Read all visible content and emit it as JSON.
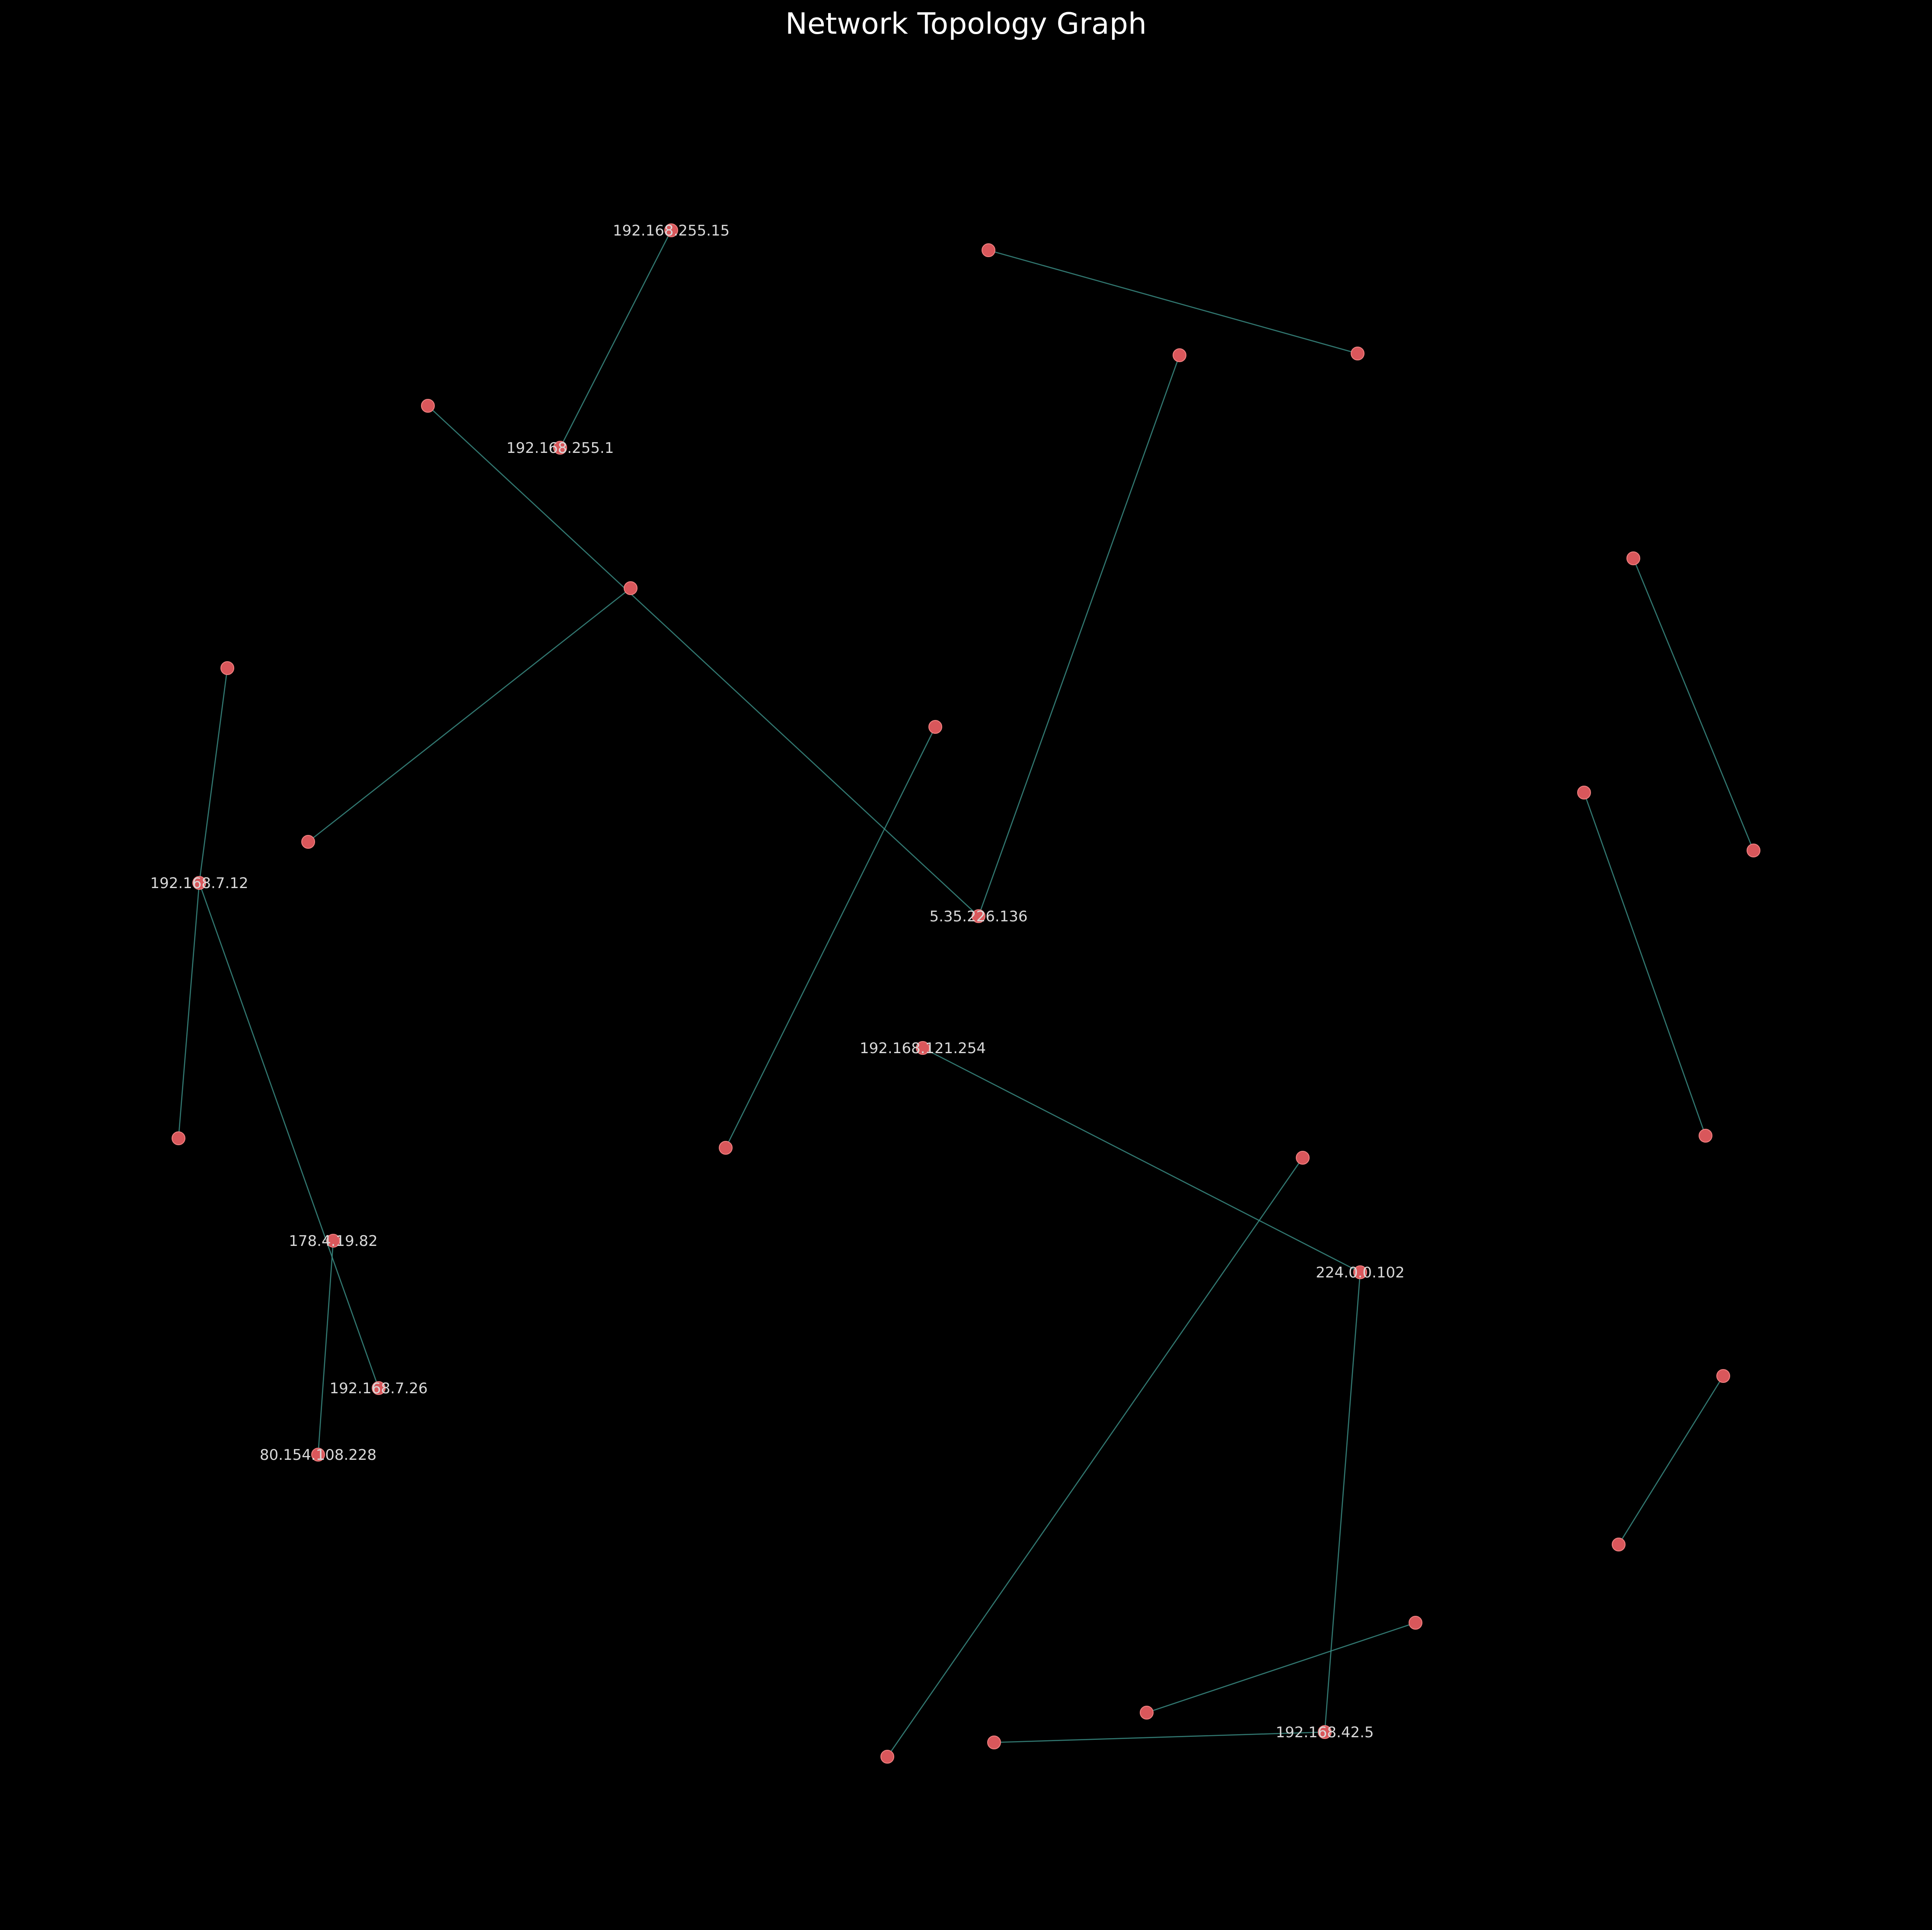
{
  "title": "Network Topology Graph",
  "colors": {
    "background": "#000000",
    "edge": "#3a8c84",
    "node": "#d9575b",
    "label": "#d9d9d9",
    "title": "#ffffff"
  },
  "nodes": [
    {
      "id": "n1",
      "label": "192.168.255.15"
    },
    {
      "id": "n2",
      "label": "192.168.255.1"
    },
    {
      "id": "n3",
      "label": ""
    },
    {
      "id": "n4",
      "label": ""
    },
    {
      "id": "n5",
      "label": ""
    },
    {
      "id": "n6",
      "label": ""
    },
    {
      "id": "n7",
      "label": "5.35.226.136"
    },
    {
      "id": "n8",
      "label": ""
    },
    {
      "id": "n9",
      "label": ""
    },
    {
      "id": "n10",
      "label": ""
    },
    {
      "id": "n11",
      "label": "192.168.7.12"
    },
    {
      "id": "n12",
      "label": ""
    },
    {
      "id": "n13",
      "label": "178.4.19.82"
    },
    {
      "id": "n14",
      "label": "192.168.7.26"
    },
    {
      "id": "n15",
      "label": "80.154.108.228"
    },
    {
      "id": "n16",
      "label": ""
    },
    {
      "id": "n17",
      "label": ""
    },
    {
      "id": "n18",
      "label": "192.168.121.254"
    },
    {
      "id": "n19",
      "label": "224.0.0.102"
    },
    {
      "id": "n20",
      "label": "192.168.42.5"
    },
    {
      "id": "n21",
      "label": ""
    },
    {
      "id": "n22",
      "label": ""
    },
    {
      "id": "n23",
      "label": ""
    },
    {
      "id": "n24",
      "label": ""
    },
    {
      "id": "n25",
      "label": ""
    },
    {
      "id": "n26",
      "label": ""
    },
    {
      "id": "n27",
      "label": ""
    },
    {
      "id": "n28",
      "label": ""
    },
    {
      "id": "n29",
      "label": ""
    },
    {
      "id": "n30",
      "label": ""
    },
    {
      "id": "n31",
      "label": ""
    },
    {
      "id": "n32",
      "label": ""
    }
  ],
  "edges": [
    [
      "n1",
      "n2"
    ],
    [
      "n3",
      "n4"
    ],
    [
      "n5",
      "n7"
    ],
    [
      "n6",
      "n7"
    ],
    [
      "n8",
      "n9"
    ],
    [
      "n10",
      "n11"
    ],
    [
      "n11",
      "n12"
    ],
    [
      "n11",
      "n14"
    ],
    [
      "n13",
      "n15"
    ],
    [
      "n16",
      "n17"
    ],
    [
      "n18",
      "n19"
    ],
    [
      "n19",
      "n20"
    ],
    [
      "n21",
      "n22"
    ],
    [
      "n23",
      "n24"
    ],
    [
      "n25",
      "n26"
    ],
    [
      "n27",
      "n28"
    ],
    [
      "n29",
      "n30"
    ],
    [
      "n20",
      "n31"
    ]
  ]
}
